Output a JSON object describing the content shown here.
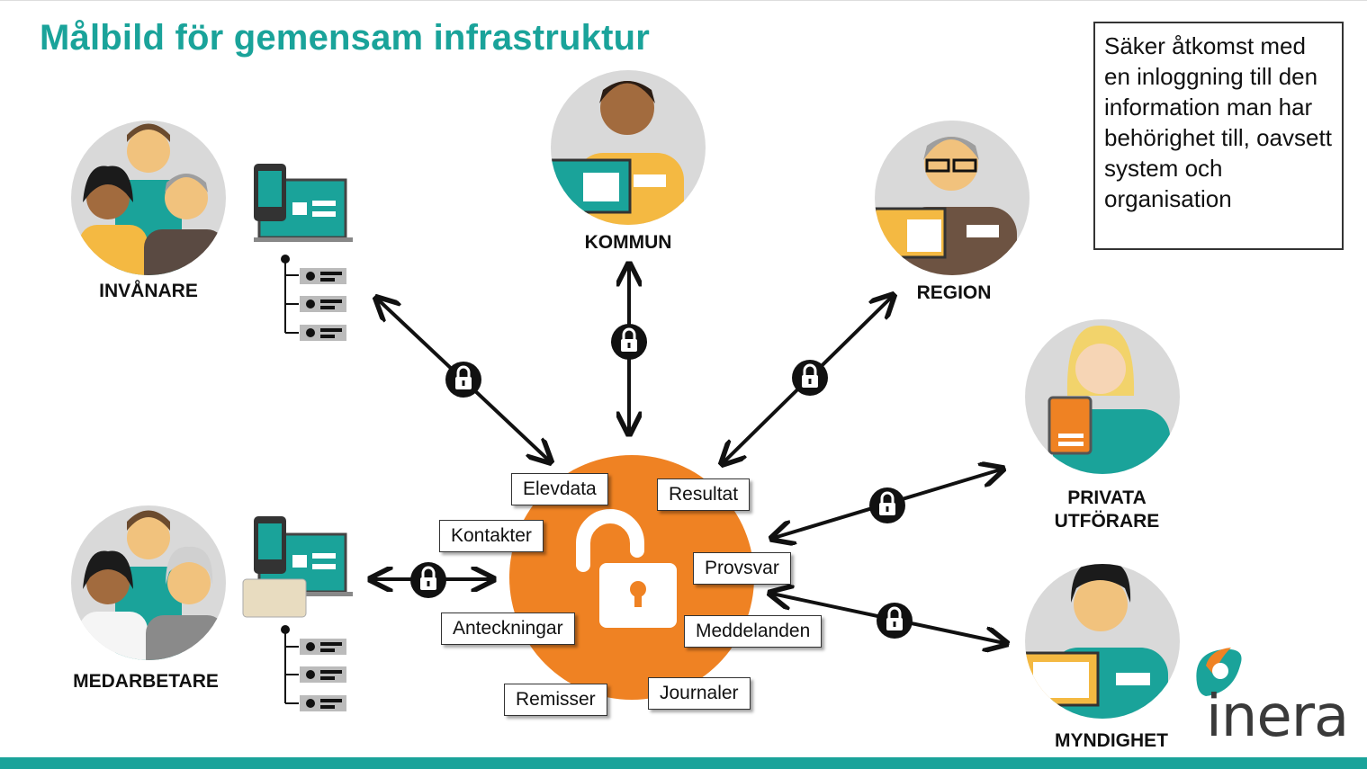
{
  "title": "Målbild för gemensam infrastruktur",
  "callout": "Säker åtkomst med en inloggning till den information man har behörighet till, oavsett system och organisation",
  "actors": {
    "invanare": "INVÅNARE",
    "kommun": "KOMMUN",
    "region": "REGION",
    "privata_line1": "PRIVATA",
    "privata_line2": "UTFÖRARE",
    "medarbetare": "MEDARBETARE",
    "myndighet": "MYNDIGHET"
  },
  "info_tags": {
    "elevdata": "Elevdata",
    "resultat": "Resultat",
    "kontakter": "Kontakter",
    "provsvar": "Provsvar",
    "anteckningar": "Anteckningar",
    "meddelanden": "Meddelanden",
    "remisser": "Remisser",
    "journaler": "Journaler"
  },
  "logo": "inera",
  "colors": {
    "teal": "#1aa39a",
    "orange": "#ef8223",
    "grey_circle": "#d9d9d9",
    "dark": "#111111"
  }
}
